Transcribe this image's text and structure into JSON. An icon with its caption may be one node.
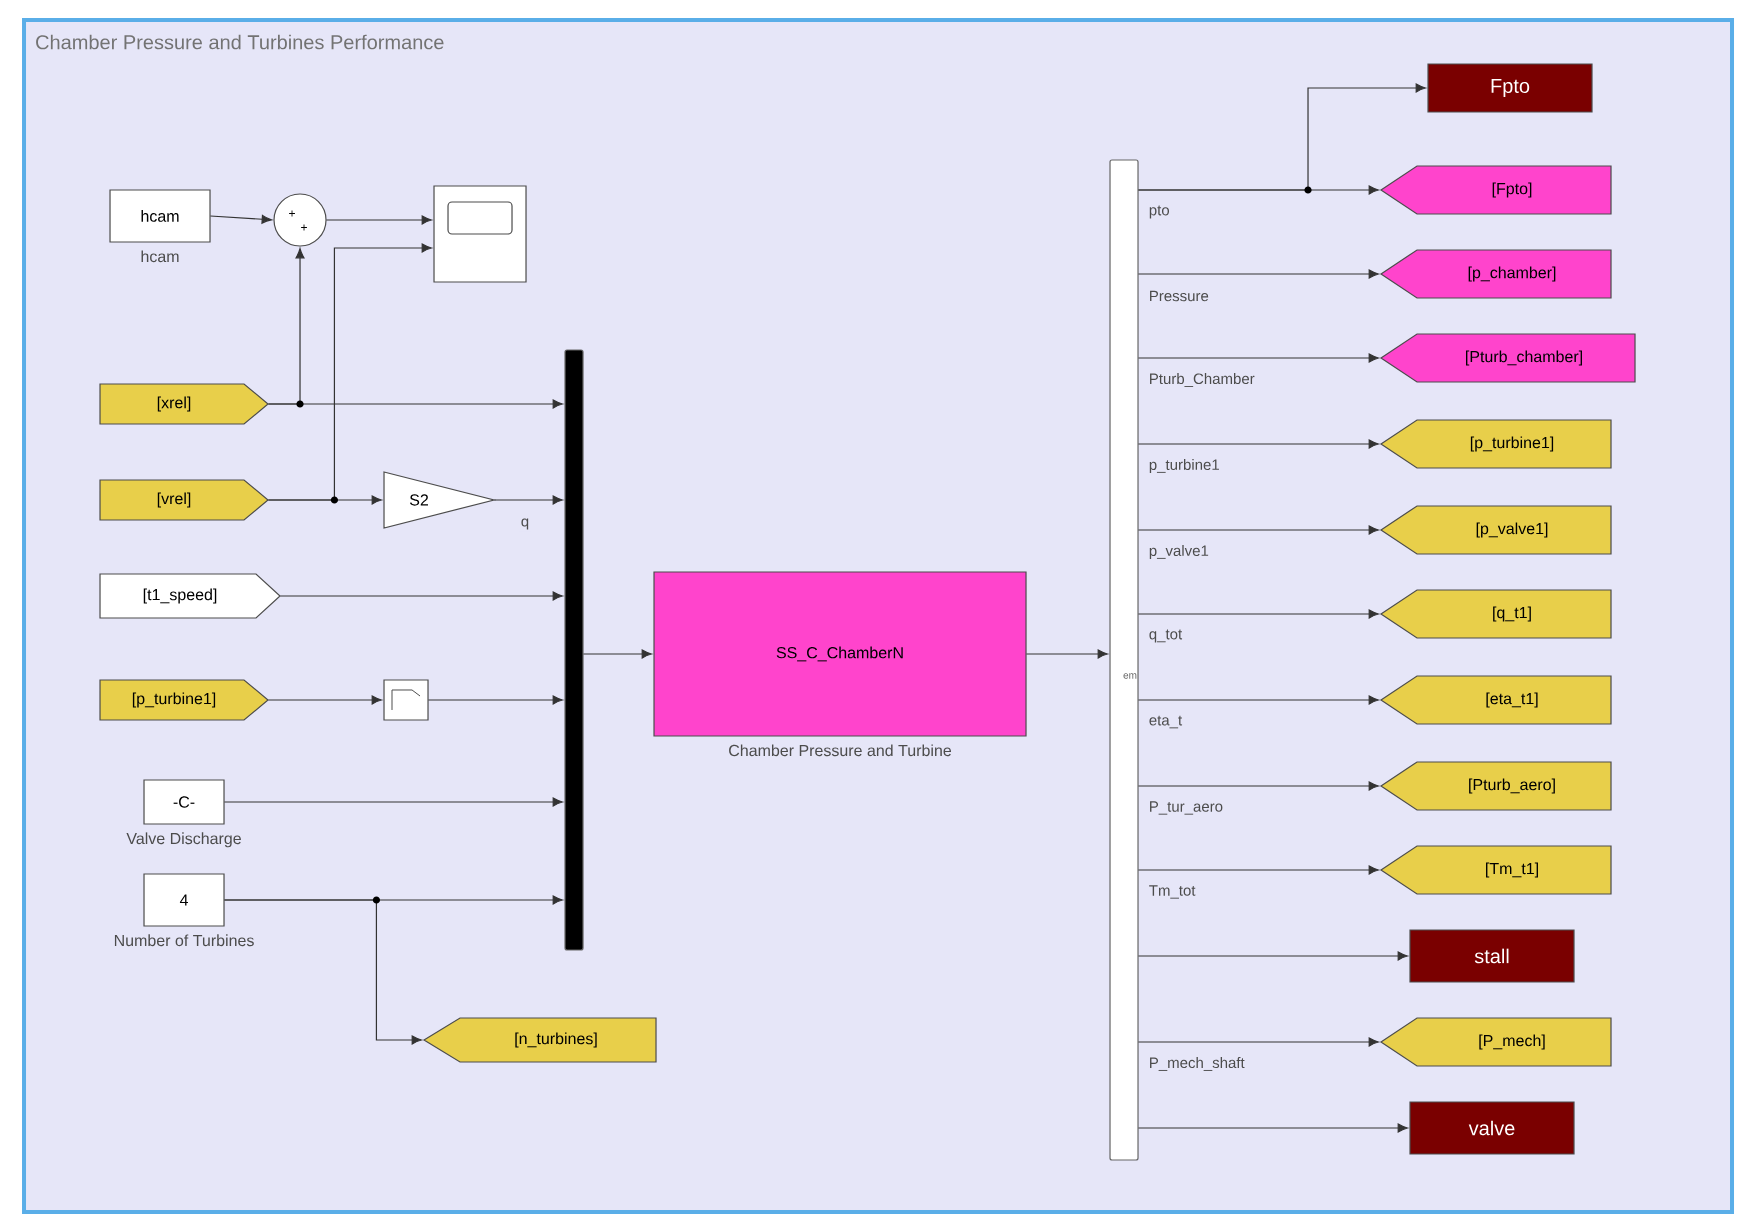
{
  "diagram": {
    "title": "Chamber Pressure and Turbines Performance",
    "nodes": [
      {
        "text": [
          "hcam"
        ],
        "beside": [
          "hcam"
        ]
      },
      {
        "text": [
          "+",
          "+"
        ]
      },
      {
        "text": [],
        "shape": "box"
      },
      {
        "text": [
          "[xrel]"
        ]
      },
      {
        "text": [
          "[vrel]"
        ]
      },
      {
        "text": [
          "S2"
        ]
      },
      {
        "text": [
          "[t1_speed]"
        ]
      },
      {
        "text": [
          "[p_turbine1]"
        ]
      },
      {
        "text": [],
        "shape": "box"
      },
      {
        "text": [
          "-C-"
        ],
        "beside": [
          "Valve Discharge"
        ]
      },
      {
        "text": [
          "4"
        ],
        "beside": [
          "Number of Turbines"
        ]
      },
      {
        "text": [],
        "shape": "bar"
      },
      {
        "text": [
          "[n_turbines]"
        ]
      },
      {
        "text": [
          "SS_C_ChamberN"
        ],
        "beside": [
          "Chamber Pressure and Turbine"
        ]
      },
      {
        "text": [],
        "shape": "bar"
      },
      {
        "text": [
          "Fpto"
        ]
      },
      {
        "text": [
          "[Fpto]"
        ]
      },
      {
        "text": [
          "[p_chamber]"
        ]
      },
      {
        "text": [
          "[Pturb_chamber]"
        ]
      },
      {
        "text": [
          "[p_turbine1]"
        ]
      },
      {
        "text": [
          "[p_valve1]"
        ]
      },
      {
        "text": [
          "[q_t1]"
        ]
      },
      {
        "text": [
          "[eta_t1]"
        ]
      },
      {
        "text": [
          "[Pturb_aero]"
        ]
      },
      {
        "text": [
          "[Tm_t1]"
        ]
      },
      {
        "text": [
          "stall"
        ]
      },
      {
        "text": [
          "[P_mech]"
        ]
      },
      {
        "text": [
          "valve"
        ]
      }
    ],
    "edges": [
      {
        "from": 0,
        "to": 1,
        "arrow": "to"
      },
      {
        "from": 1,
        "to": 2,
        "arrow": "to"
      },
      {
        "from": 3,
        "to": 11,
        "arrow": "to"
      },
      {
        "from": 3,
        "to": 1,
        "arrow": "to"
      },
      {
        "from": 4,
        "to": 5,
        "arrow": "to"
      },
      {
        "from": 4,
        "to": 2,
        "arrow": "to"
      },
      {
        "from": 5,
        "to": 11,
        "arrow": "to",
        "label": "q"
      },
      {
        "from": 6,
        "to": 11,
        "arrow": "to"
      },
      {
        "from": 7,
        "to": 8,
        "arrow": "to"
      },
      {
        "from": 8,
        "to": 11,
        "arrow": "to"
      },
      {
        "from": 9,
        "to": 11,
        "arrow": "to"
      },
      {
        "from": 10,
        "to": 11,
        "arrow": "to"
      },
      {
        "from": 10,
        "to": 12,
        "arrow": "to"
      },
      {
        "from": 11,
        "to": 13,
        "arrow": "to"
      },
      {
        "from": 13,
        "to": 14,
        "arrow": "to"
      },
      {
        "from": 14,
        "to": 16,
        "arrow": "to",
        "label": "pto"
      },
      {
        "from": 14,
        "to": 15,
        "arrow": "to"
      },
      {
        "from": 14,
        "to": 17,
        "arrow": "to",
        "label": "Pressure"
      },
      {
        "from": 14,
        "to": 18,
        "arrow": "to",
        "label": "Pturb_Chamber"
      },
      {
        "from": 14,
        "to": 19,
        "arrow": "to",
        "label": "p_turbine1"
      },
      {
        "from": 14,
        "to": 20,
        "arrow": "to",
        "label": "p_valve1"
      },
      {
        "from": 14,
        "to": 21,
        "arrow": "to",
        "label": "q_tot"
      },
      {
        "from": 14,
        "to": 22,
        "arrow": "to",
        "label": "eta_t"
      },
      {
        "from": 14,
        "to": 23,
        "arrow": "to",
        "label": "P_tur_aero"
      },
      {
        "from": 14,
        "to": 24,
        "arrow": "to",
        "label": "Tm_tot"
      },
      {
        "from": 14,
        "to": 25,
        "arrow": "to"
      },
      {
        "from": 14,
        "to": 26,
        "arrow": "to",
        "label": "P_mech_shaft"
      },
      {
        "from": 14,
        "to": 27,
        "arrow": "to"
      }
    ],
    "labels": [
      "em"
    ]
  }
}
